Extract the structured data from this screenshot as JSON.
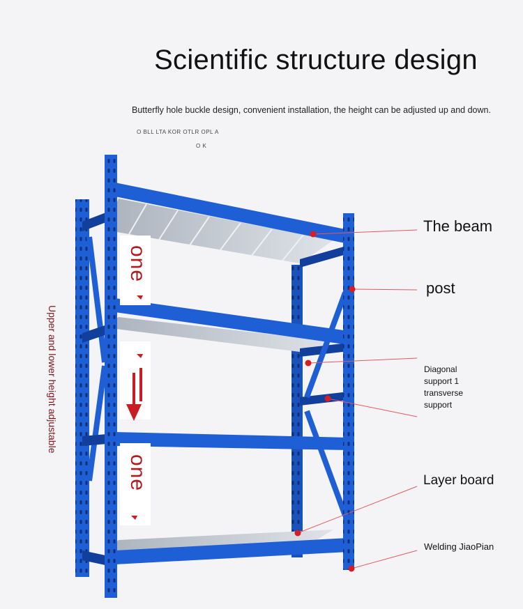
{
  "header": {
    "title": "Scientific structure design",
    "subtitle": "Butterfly hole buckle design, convenient installation, the height can be adjusted up and down.",
    "tiny_line_1": "O BLL LTA KOR OTLR OPL A",
    "tiny_line_2": "O K"
  },
  "side_label": "Upper and lower height adjustable",
  "marks": {
    "one_top": "one",
    "one_bottom": "one"
  },
  "callouts": {
    "beam": "The beam",
    "post": "post",
    "diagonal_lines": [
      "Diagonal",
      "support 1",
      "transverse",
      " support"
    ],
    "layer_board": "Layer board",
    "welding": "Welding JiaoPian"
  },
  "colors": {
    "rack_blue": "#1f5fd6",
    "rack_blue_dark": "#123f9c",
    "shelf_grey": "#c9ced6",
    "accent_red": "#d81e24"
  }
}
